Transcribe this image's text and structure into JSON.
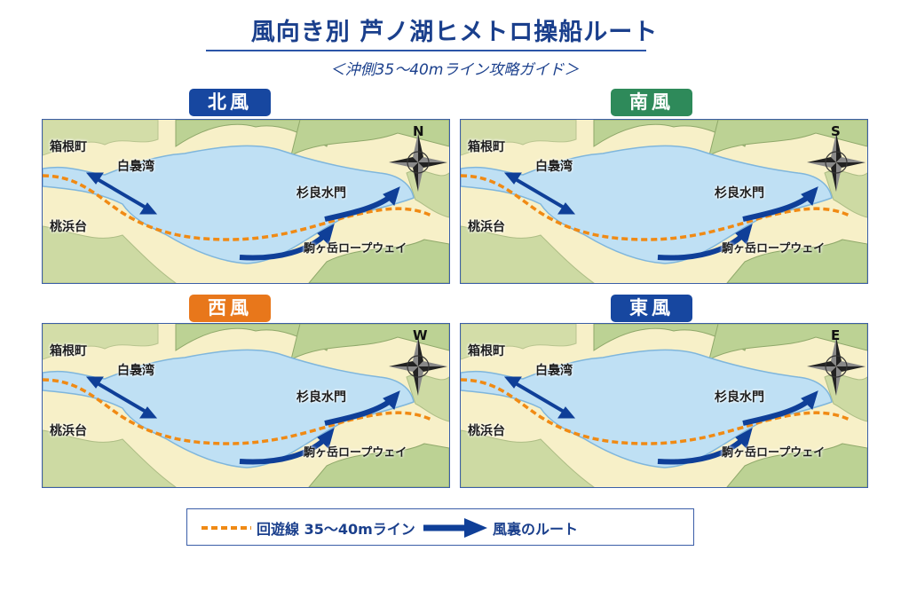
{
  "header": {
    "title": "風向き別 芦ノ湖ヒメトロ操船ルート",
    "subtitle": "＜沖側35〜40mライン攻略ガイド＞"
  },
  "colors": {
    "title": "#1a3f8c",
    "route_line": "#f08a14",
    "wind_arrow": "#0f3f98",
    "lake": "#bfe0f4",
    "land": "#f7f0c8",
    "hills": "#b9cf8e"
  },
  "panels": [
    {
      "wind": "北風",
      "badge_color": "#1747a0",
      "compass": "N"
    },
    {
      "wind": "南風",
      "badge_color": "#2e8a5a",
      "compass": "S"
    },
    {
      "wind": "西風",
      "badge_color": "#e8771b",
      "compass": "W"
    },
    {
      "wind": "東風",
      "badge_color": "#1747a0",
      "compass": "E"
    }
  ],
  "map_labels": {
    "hakone": "箱根町",
    "bay": "白裊湾",
    "momo": "桃浜台",
    "suginami": "杉良水門",
    "ropeway": "駒ヶ岳ロープウェイ"
  },
  "legend": {
    "route_label": "回遊線 35〜40mライン",
    "wind_label": "風裏のルート"
  }
}
